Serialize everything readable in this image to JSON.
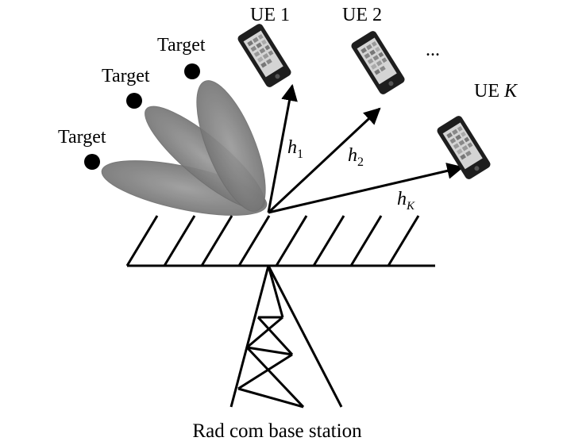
{
  "targets": [
    {
      "label": "Target"
    },
    {
      "label": "Target"
    },
    {
      "label": "Target"
    }
  ],
  "users": [
    {
      "name": "UE 1",
      "channel": "h",
      "sub": "1"
    },
    {
      "name": "UE 2",
      "channel": "h",
      "sub": "2"
    },
    {
      "name": "UE ",
      "name_italic": "K",
      "channel": "h",
      "sub": "K"
    }
  ],
  "ellipsis": "...",
  "base_station_label": "Rad com base station",
  "colors": {
    "ink": "#000000",
    "beam_fill": "#8c8c8c",
    "beam_edge": "#6e6e6e",
    "phone_body": "#1e1e1e",
    "phone_screen": "#d4d4d4"
  },
  "icons": [
    "smartphone-icon",
    "antenna-array",
    "lattice-tower",
    "target-dot"
  ]
}
